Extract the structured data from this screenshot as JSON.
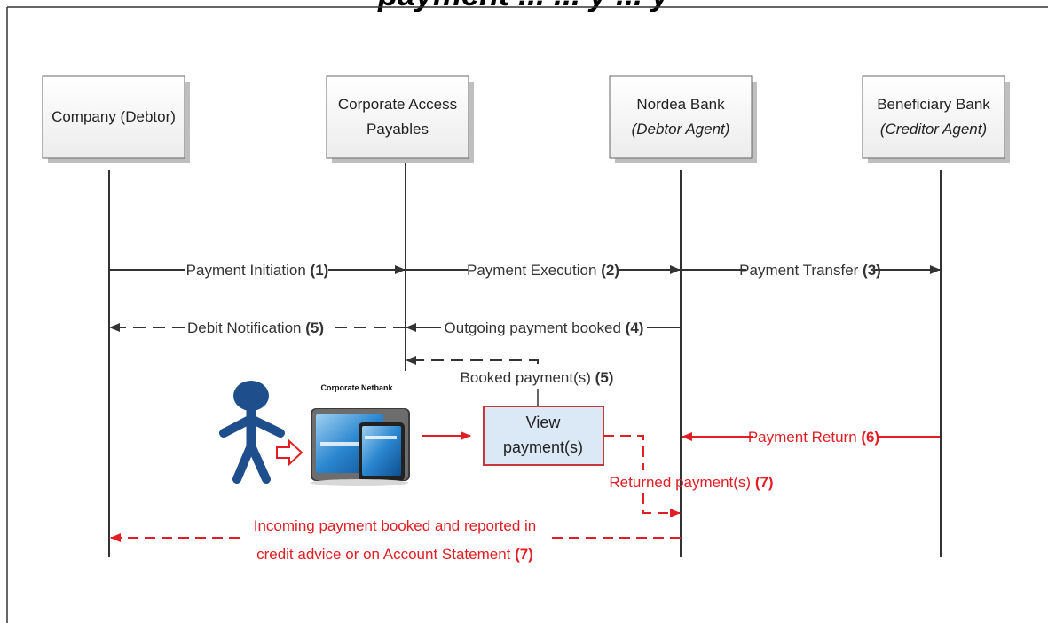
{
  "title_fragment": "payment ... ... y ... y",
  "participants": [
    {
      "id": "company",
      "line1": "Company (Debtor)",
      "line2": ""
    },
    {
      "id": "corporate",
      "line1": "Corporate Access",
      "line2": "Payables"
    },
    {
      "id": "nordea",
      "line1": "Nordea Bank",
      "line2": "(Debtor Agent)"
    },
    {
      "id": "beneficiary",
      "line1": "Beneficiary Bank",
      "line2": "(Creditor Agent)"
    }
  ],
  "messages": {
    "m1": {
      "text": "Payment Initiation ",
      "num": "(1)"
    },
    "m2": {
      "text": "Payment Execution ",
      "num": "(2)"
    },
    "m3": {
      "text": "Payment Transfer ",
      "num": "(3)"
    },
    "m4": {
      "text": "Outgoing payment booked ",
      "num": "(4)"
    },
    "m5": {
      "text": "Debit Notification ",
      "num": "(5)"
    },
    "m6": {
      "text": "Booked payment(s) ",
      "num": "(5)"
    },
    "m7": {
      "text": "Payment Return ",
      "num": "(6)"
    },
    "m8": {
      "text": "Returned payment(s) ",
      "num": "(7)"
    },
    "m9": {
      "line1": "Incoming payment booked and reported in",
      "line2": "credit advice or on Account Statement ",
      "num": "(7)"
    }
  },
  "view_box": {
    "line1": "View",
    "line2": "payment(s)"
  },
  "device_caption": "Corporate Netbank",
  "colors": {
    "black": "#333333",
    "red": "#e01e24",
    "box_fill": "#dbe9f6",
    "box_border": "#c8373a",
    "user": "#1f4e8c",
    "device": "#1a6bb5"
  }
}
